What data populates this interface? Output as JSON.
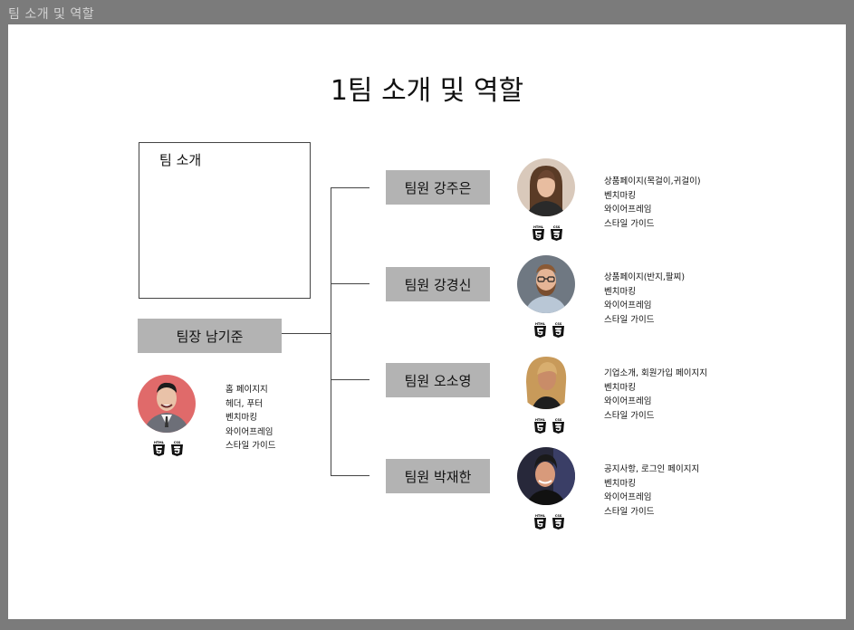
{
  "frame_title": "팀 소개 및 역할",
  "title": "1팀 소개 및 역할",
  "intro": {
    "label": "팀 소개"
  },
  "leader": {
    "name": "팀장 남기준",
    "roles": [
      "홈 페이지지",
      "헤더, 푸터",
      "벤치마킹",
      "와이어프레임",
      "스타일 가이드"
    ]
  },
  "members": [
    {
      "name": "팀원 강주은",
      "roles": [
        "상품페이지(목걸이,귀걸이)",
        "벤치마킹",
        "와이어프레임",
        "스타일 가이드"
      ]
    },
    {
      "name": "팀원 강경신",
      "roles": [
        "상품페이지(반지,팔찌)",
        "벤치마킹",
        "와이어프레임",
        "스타일 가이드"
      ]
    },
    {
      "name": "팀원 오소영",
      "roles": [
        "기업소개, 회원가입 페이지지",
        "벤치마킹",
        "와이어프레임",
        "스타일 가이드"
      ]
    },
    {
      "name": "팀원 박재한",
      "roles": [
        "공지사항, 로그인 페이지지",
        "벤치마킹",
        "와이어프레임",
        "스타일 가이드"
      ]
    }
  ],
  "badge_labels": {
    "html": "HTML",
    "css": "CSS"
  },
  "icons": {
    "html": "html5-icon",
    "css": "css3-icon"
  }
}
